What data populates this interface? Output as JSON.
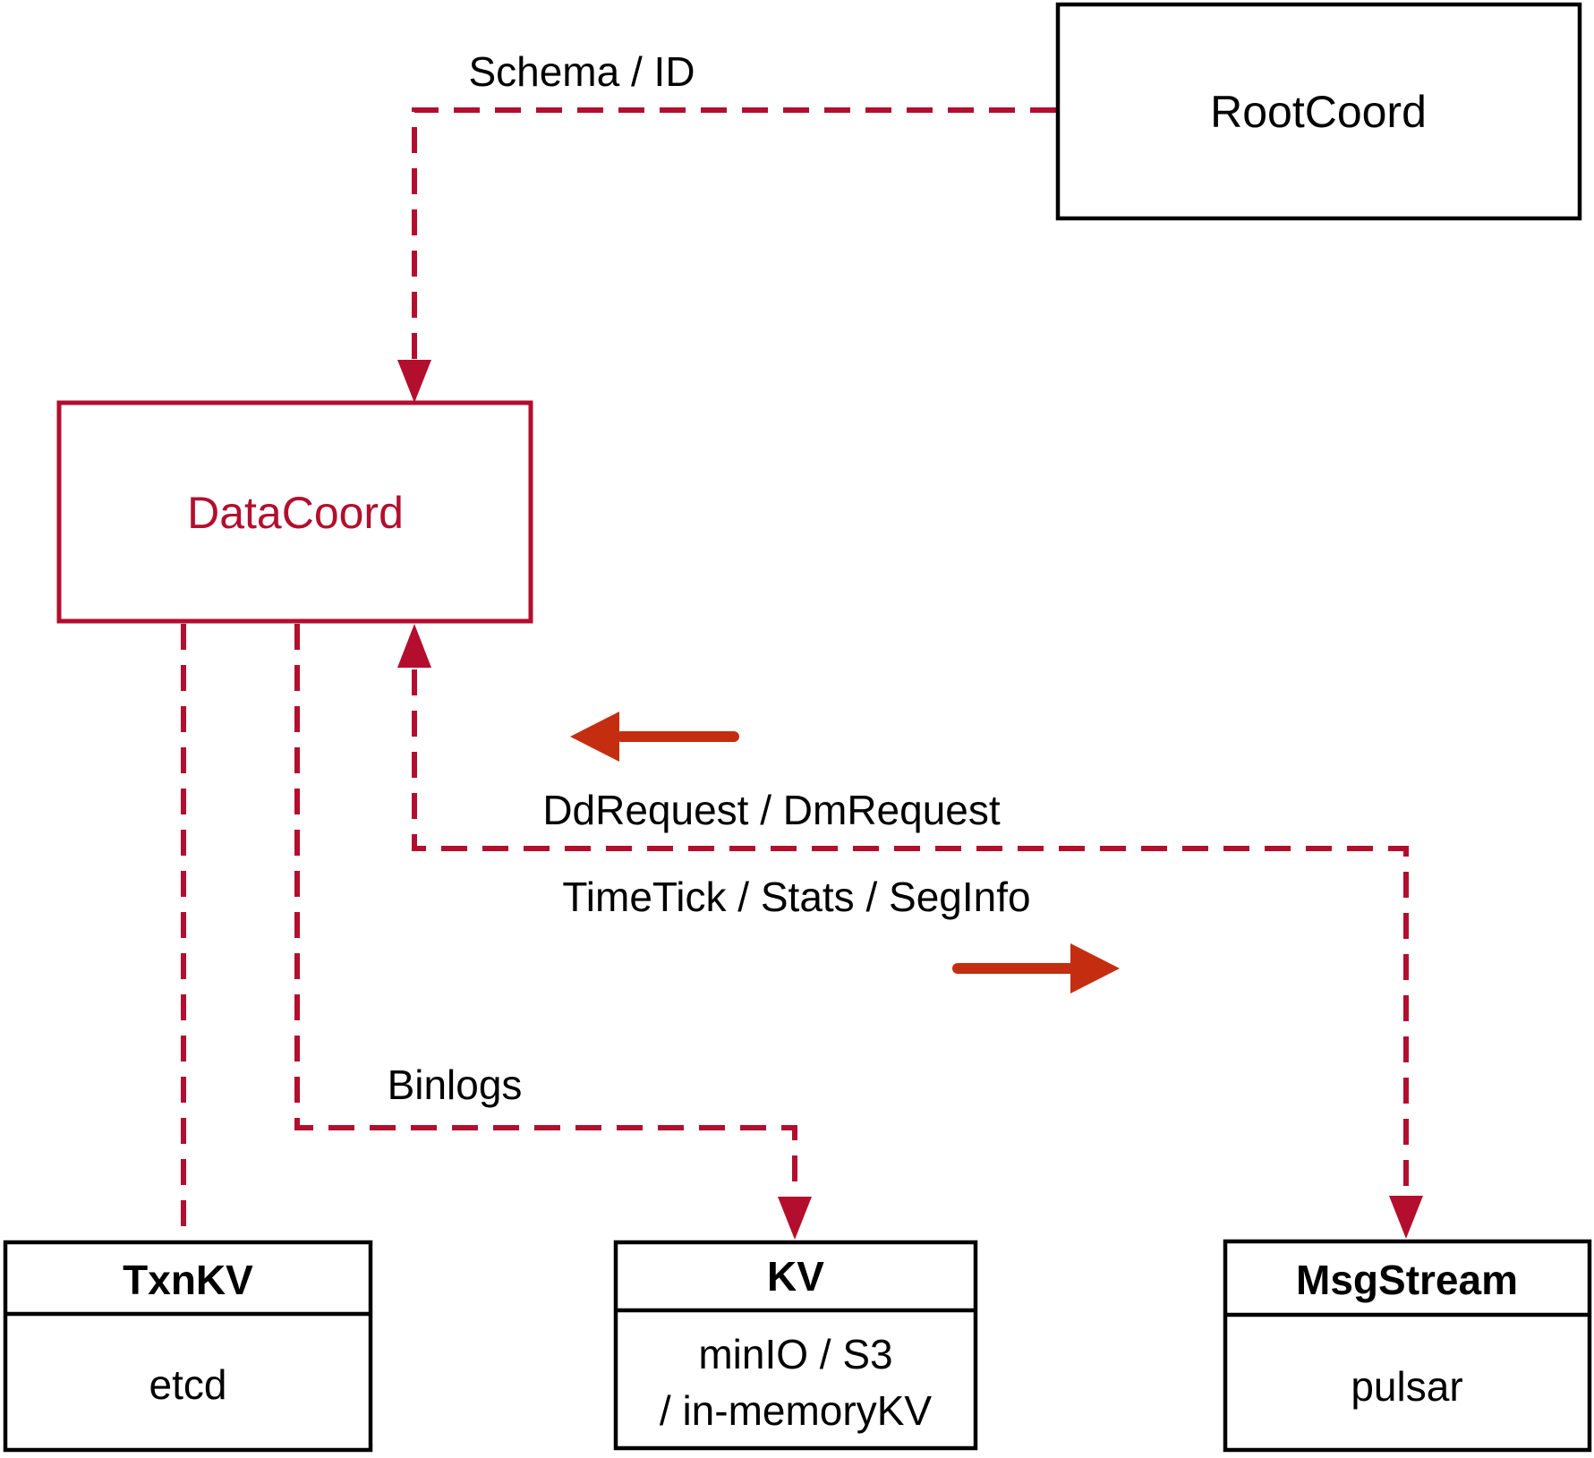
{
  "colors": {
    "dashed_line_crimson": "#b30e2e",
    "direction_arrow_vermilion": "#c52d11",
    "box_border_black": "#000000",
    "background_white": "#ffffff"
  },
  "nodes": {
    "root_coord": {
      "label": "RootCoord"
    },
    "data_coord": {
      "label": "DataCoord"
    },
    "txn_kv": {
      "title": "TxnKV",
      "body": "etcd"
    },
    "kv": {
      "title": "KV",
      "body_line1": "minIO / S3",
      "body_line2": "/ in-memoryKV"
    },
    "msg_stream": {
      "title": "MsgStream",
      "body": "pulsar"
    }
  },
  "edges": {
    "schema_id": {
      "label": "Schema / ID"
    },
    "dd_request": {
      "label": "DdRequest / DmRequest"
    },
    "time_tick": {
      "label": "TimeTick / Stats / SegInfo"
    },
    "binlogs": {
      "label": "Binlogs"
    }
  }
}
